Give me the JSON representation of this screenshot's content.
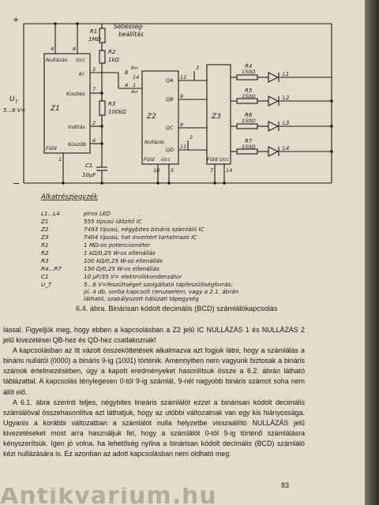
{
  "diagram": {
    "supply_plus": "+",
    "supply_minus": "−",
    "supply_label": "U",
    "supply_label_sub": "T",
    "supply_range": "5...6 V=",
    "r1": "R1",
    "r1_val": "1MΩ",
    "speed_label_1": "Sebesség-",
    "speed_label_2": "beállítás",
    "r2": "R2",
    "r2_val": "1kΩ",
    "r3": "R3",
    "r3_val": "100kΩ",
    "c1": "C1",
    "c1_val": "10μF",
    "z1": "Z1",
    "z1_pin_reset": "Nullázás",
    "z1_pin_ucc": "Ucc",
    "z1_pin_ki": "Ki",
    "z1_pin_kisutes": "Kisütés",
    "z1_pin_inditas": "Indítás",
    "z1_pin_kuszob": "Küszöb",
    "z1_pin_fold": "Föld",
    "z1_pin4": "4",
    "z1_pin8": "8",
    "z1_pin3": "3",
    "z1_pin7": "7",
    "z1_pin2": "2",
    "z1_pin6": "6",
    "z1_pin1": "1",
    "z2": "Z2",
    "z2_pins": [
      "QA",
      "QB",
      "QC",
      "QD"
    ],
    "z2_reset": "Nullázás",
    "z2_fold": "Föld",
    "z2_ucc": "Ucc",
    "z2_pin_nums": [
      "12",
      "9",
      "8",
      "11",
      "2",
      "3",
      "10",
      "5",
      "14",
      "1"
    ],
    "z2_in_a": "A",
    "z2_in_b": "B",
    "z2_in_bin": "Bin",
    "z2_in_ain": "Ain",
    "z3": "Z3",
    "z3_fold": "Föld",
    "z3_ucc": "Ucc",
    "z3_pin7": "7",
    "z3_pin14": "14",
    "resistors": [
      {
        "name": "R4",
        "val": "150Ω"
      },
      {
        "name": "R5",
        "val": "150Ω"
      },
      {
        "name": "R6",
        "val": "150Ω"
      },
      {
        "name": "R7",
        "val": "150Ω"
      }
    ],
    "leds": [
      "L1",
      "L2",
      "L3",
      "L4"
    ]
  },
  "parts": {
    "heading": "Alkatrészjegyzék",
    "rows": [
      {
        "ref": "L1...L4",
        "desc": "piros LED"
      },
      {
        "ref": "Z1",
        "desc": "555 típusú időzítő IC"
      },
      {
        "ref": "Z2",
        "desc": "7493 típusú, négybites bináris számláló IC"
      },
      {
        "ref": "Z3",
        "desc": "7404 típusú, hat invertert tartalmazó IC"
      },
      {
        "ref": "R1",
        "desc": "1 MΩ-os potenciométer"
      },
      {
        "ref": "R2",
        "desc": "1 kΩ/0,25 W-os ellenállás"
      },
      {
        "ref": "R3",
        "desc": "100 kΩ/0,25 W-os ellenállás"
      },
      {
        "ref": "R4...R7",
        "desc": "150 Ω/0,25 W-os ellenállás"
      },
      {
        "ref": "C1",
        "desc": "10 μF/35 V= elektrolitkondenzátor"
      },
      {
        "ref": "U_T",
        "desc": "5...6 V=feszültséget szolgáltató tápfeszültségforrás;"
      },
      {
        "ref": "",
        "desc": "pl. 4 db, sorba kapcsolt ceruzaelem, vagy a 2.1. ábrán"
      },
      {
        "ref": "",
        "desc": "látható, szabályozott hálózati tápegység"
      }
    ]
  },
  "caption": "6.4. ábra. Binárisan kódolt decimális (BCD) számlálókapcsolás",
  "paragraphs": [
    "lással. Figyeljük meg, hogy ebben a kapcsolásban a Z2 jelű IC NULLÁZÁS 1 és NULLÁZÁS 2 jelű kivezetései QB-hez és QD-hez csatlakoznak!",
    "A kapcsolásban az itt vázolt összeköttetések alkalmazva azt fogjuk látni, hogy a számlálás a bináris nullától (0000) a bináris 9-ig (1001) történik. Amennyiben nem vagyunk biztosak a bináris számok értelmezésében, úgy a kapott eredményeket hasonlítsuk össze a 6.2. ábrán látható táblázattal. A kapcsolás ténylegesen 0-tól 9-ig számlál, 9-nél nagyobb bináris számot soha nem állít elő.",
    "A 6.1. ábra szerinti teljes, négybites lineáris számlálót ezzel a binárisan kódolt decimális számlálóval összehasonlítva azt láthatjuk, hogy az utóbbi változatnak van egy kis hiányossága. Ugyanis a korábbi változatban a számlálót nulla helyzetbe visszaállító NULLÁZÁS jelű kivezetéseket most arra használjuk fel, hogy a számlálót 0-tól 9-ig történő számlálásra kényszerítsük. Igen jó volna, ha lehetőség nyílna a binárisan kódolt decimális (BCD) számláló kézi nullázására is. Ez azonban az adott kapcsolásban nem oldható meg."
  ],
  "page_number": "83",
  "watermark": "Antikvarium.hu"
}
